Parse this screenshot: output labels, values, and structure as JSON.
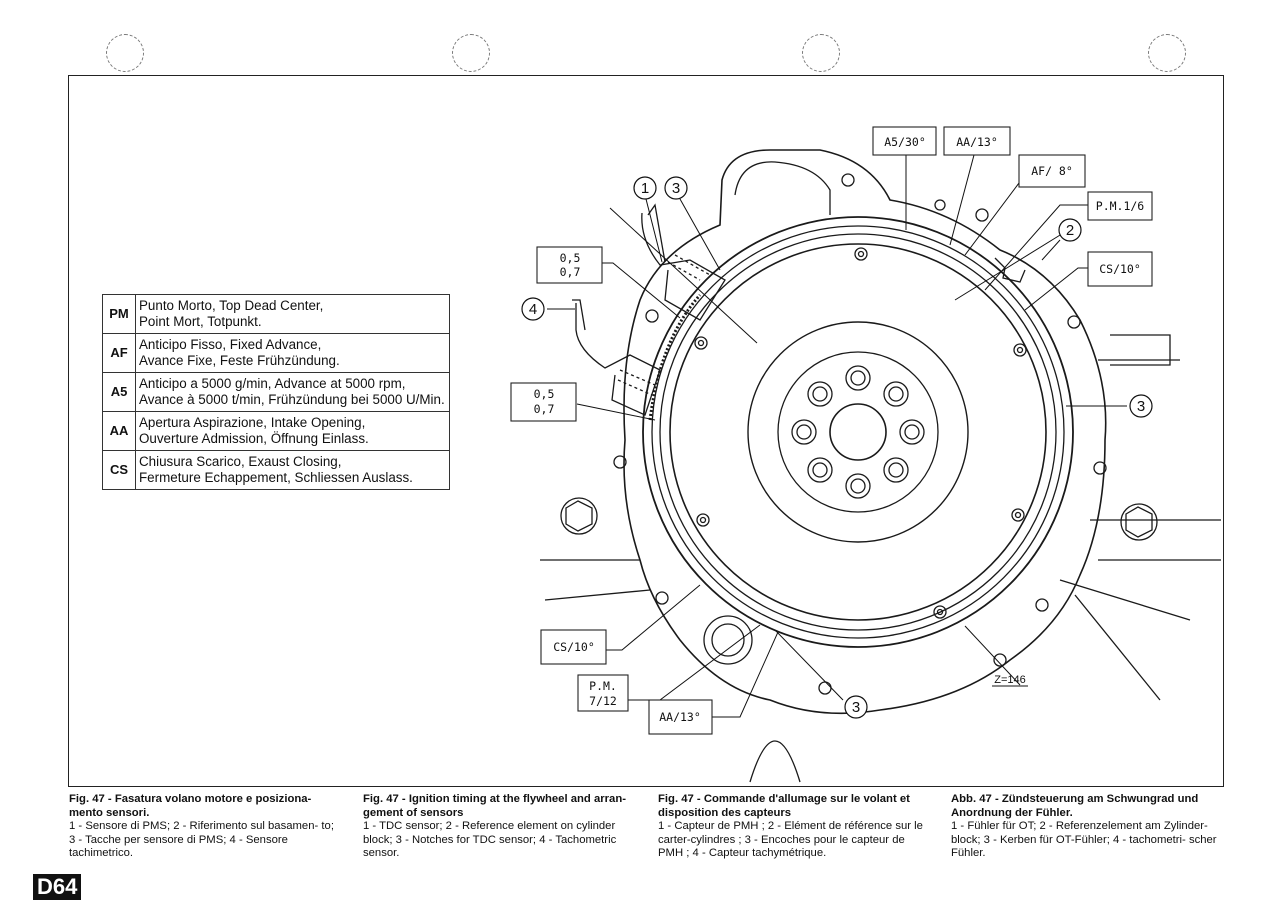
{
  "legend": [
    {
      "abbr": "PM",
      "line1": "Punto Morto, Top Dead Center,",
      "line2": "Point Mort, Totpunkt."
    },
    {
      "abbr": "AF",
      "line1": "Anticipo Fisso, Fixed Advance,",
      "line2": "Avance Fixe, Feste Frühzündung."
    },
    {
      "abbr": "A5",
      "line1": "Anticipo a 5000 g/min, Advance at 5000 rpm,",
      "line2": "Avance à 5000 t/min, Frühzündung bei 5000 U/Min."
    },
    {
      "abbr": "AA",
      "line1": "Apertura Aspirazione, Intake Opening,",
      "line2": "Ouverture Admission, Öffnung Einlass."
    },
    {
      "abbr": "CS",
      "line1": "Chiusura Scarico, Exaust Closing,",
      "line2": "Fermeture Echappement, Schliessen Auslass."
    }
  ],
  "labels": {
    "a5_30": "A5/30°",
    "aa_13_top": "AA/13°",
    "af_8": "AF/ 8°",
    "pm_16": "P.M.1/6",
    "cs_10_right": "CS/10°",
    "gap_top_1": "0,5",
    "gap_top_2": "0,7",
    "gap_mid_1": "0,5",
    "gap_mid_2": "0,7",
    "cs_10_bottom": "CS/10°",
    "pm_712_1": "P.M.",
    "pm_712_2": "7/12",
    "aa_13_bottom": "AA/13°",
    "z146": "Z=146"
  },
  "callouts": {
    "c1": "1",
    "c3a": "3",
    "c4": "4",
    "c2": "2",
    "c3b": "3",
    "c3c": "3"
  },
  "captions": [
    {
      "title": "Fig. 47 - Fasatura volano motore e posiziona- mento sensori.",
      "body": "1 - Sensore di PMS; 2 - Riferimento sul basamen- to; 3 - Tacche per sensore di PMS; 4 - Sensore tachimetrico."
    },
    {
      "title": "Fig. 47 - Ignition timing at the flywheel and arran- gement of sensors",
      "body": "1 - TDC sensor; 2 - Reference element on cylinder block; 3 - Notches for TDC sensor; 4 - Tachometric sensor."
    },
    {
      "title": "Fig. 47 - Commande d'allumage sur le volant et disposition des capteurs",
      "body": "1 - Capteur de PMH ; 2 - Elément de référence sur le carter-cylindres ; 3 - Encoches pour le capteur de PMH ; 4 - Capteur tachymétrique."
    },
    {
      "title": "Abb. 47 - Zündsteuerung am Schwungrad und Anordnung der Fühler.",
      "body": "1 - Fühler für OT; 2 - Referenzelement am Zylinder- block; 3 - Kerben für OT-Fühler; 4 - tachometri- scher Fühler."
    }
  ],
  "page_id": "D64"
}
